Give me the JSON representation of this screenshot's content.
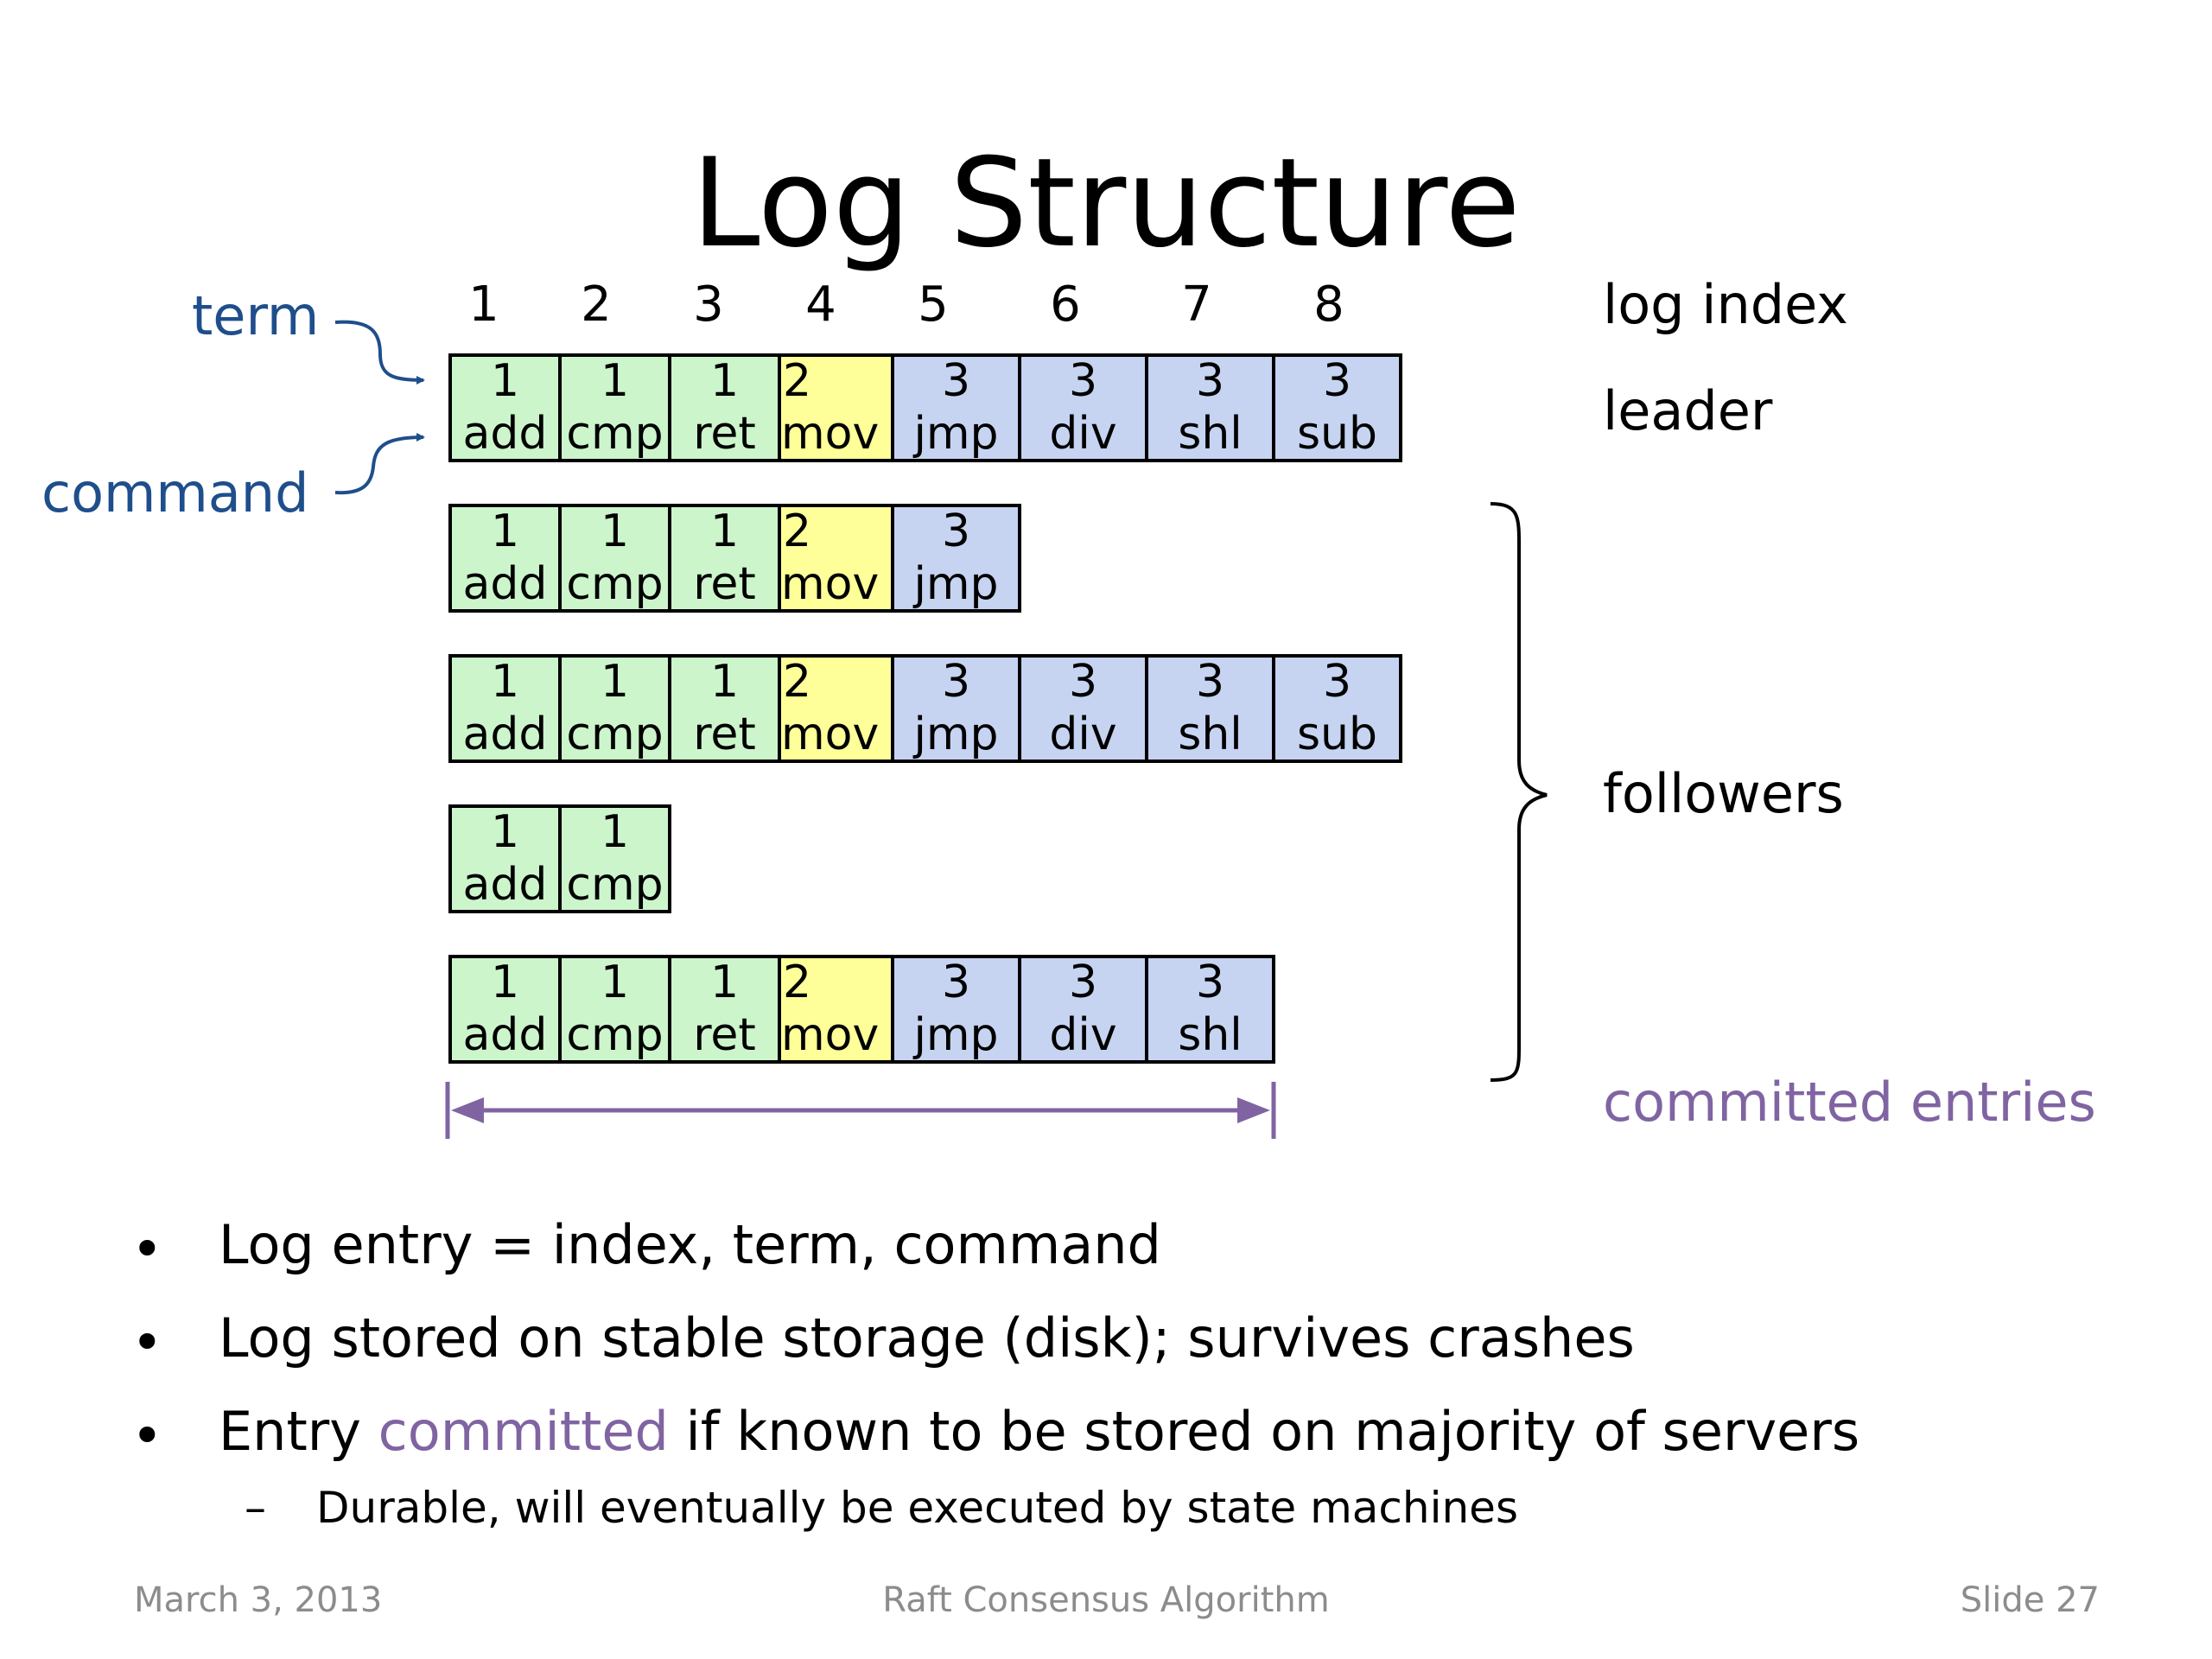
{
  "slide": {
    "title": "Log Structure"
  },
  "diagram": {
    "log_indices": [
      "1",
      "2",
      "3",
      "4",
      "5",
      "6",
      "7",
      "8"
    ],
    "labels": {
      "term": "term",
      "command": "command",
      "log_index": "log index",
      "leader": "leader",
      "followers": "followers",
      "committed_entries": "committed entries"
    },
    "term_colors": {
      "1": "#ccf5cc",
      "2": "#ffff99",
      "3": "#c6d4f2"
    },
    "logs": [
      {
        "role": "leader",
        "entries": [
          {
            "term": "1",
            "command": "add"
          },
          {
            "term": "1",
            "command": "cmp"
          },
          {
            "term": "1",
            "command": "ret"
          },
          {
            "term": "2",
            "command": "mov"
          },
          {
            "term": "3",
            "command": "jmp"
          },
          {
            "term": "3",
            "command": "div"
          },
          {
            "term": "3",
            "command": "shl"
          },
          {
            "term": "3",
            "command": "sub"
          }
        ]
      },
      {
        "role": "follower",
        "entries": [
          {
            "term": "1",
            "command": "add"
          },
          {
            "term": "1",
            "command": "cmp"
          },
          {
            "term": "1",
            "command": "ret"
          },
          {
            "term": "2",
            "command": "mov"
          },
          {
            "term": "3",
            "command": "jmp"
          }
        ]
      },
      {
        "role": "follower",
        "entries": [
          {
            "term": "1",
            "command": "add"
          },
          {
            "term": "1",
            "command": "cmp"
          },
          {
            "term": "1",
            "command": "ret"
          },
          {
            "term": "2",
            "command": "mov"
          },
          {
            "term": "3",
            "command": "jmp"
          },
          {
            "term": "3",
            "command": "div"
          },
          {
            "term": "3",
            "command": "shl"
          },
          {
            "term": "3",
            "command": "sub"
          }
        ]
      },
      {
        "role": "follower",
        "entries": [
          {
            "term": "1",
            "command": "add"
          },
          {
            "term": "1",
            "command": "cmp"
          }
        ]
      },
      {
        "role": "follower",
        "entries": [
          {
            "term": "1",
            "command": "add"
          },
          {
            "term": "1",
            "command": "cmp"
          },
          {
            "term": "1",
            "command": "ret"
          },
          {
            "term": "2",
            "command": "mov"
          },
          {
            "term": "3",
            "command": "jmp"
          },
          {
            "term": "3",
            "command": "div"
          },
          {
            "term": "3",
            "command": "shl"
          }
        ]
      }
    ],
    "committed_through_index": 7,
    "colors": {
      "label_blue": "#1f4e8c",
      "committed_purple": "#8064a2"
    }
  },
  "bullets": [
    {
      "text": "Log entry = index, term, command"
    },
    {
      "text": "Log stored on stable storage (disk); survives crashes"
    },
    {
      "prefix": "Entry ",
      "highlight": "committed",
      "suffix": " if known to be stored on majority of servers"
    }
  ],
  "sub_bullets": [
    {
      "dash": "–",
      "text": "Durable, will eventually be executed by state machines"
    }
  ],
  "bullet_symbol": "•",
  "footer": {
    "date": "March 3, 2013",
    "center": "Raft Consensus Algorithm",
    "slide": "Slide 27"
  }
}
